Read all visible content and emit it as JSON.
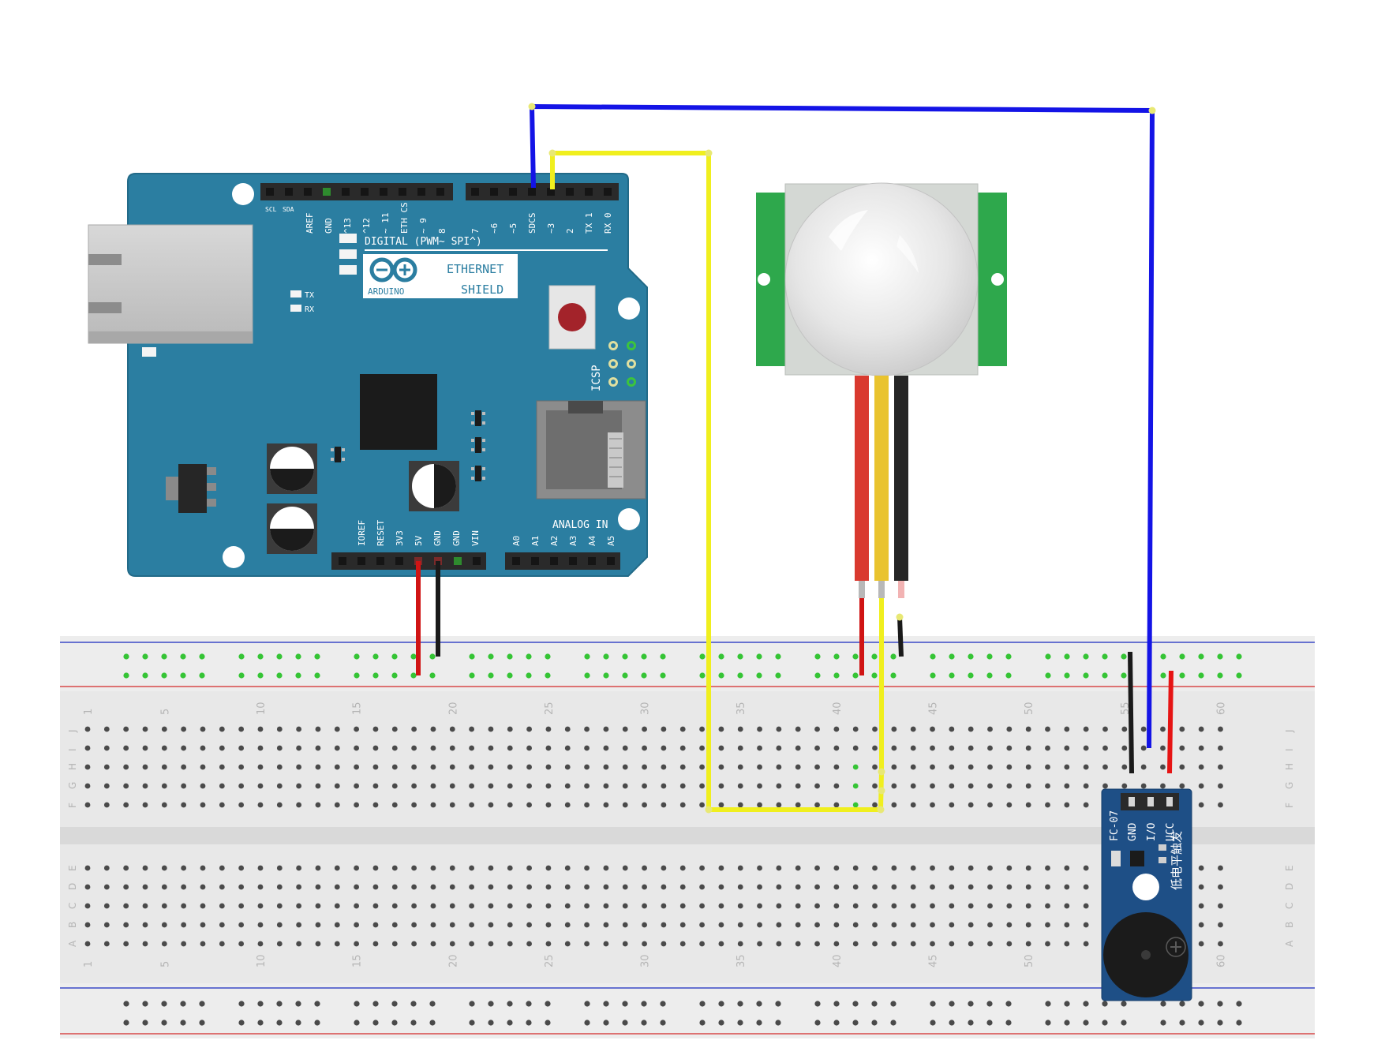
{
  "colors": {
    "board": "#2b7ea1",
    "breadboard": "#e8e8e8",
    "breadboard_channel": "#d9d9d9",
    "hole": "#4a4a4a",
    "hole_active": "#35c435",
    "rail_red": "#d84a4a",
    "rail_blue": "#3b49c7",
    "wire_blue": "#1414e6",
    "wire_yellow": "#f0ef1e",
    "wire_red": "#d01414",
    "wire_black": "#1a1a1a",
    "pir_green": "#2ea84c",
    "buzzer_board": "#1e4f86"
  },
  "shield": {
    "digital_header_labels": [
      "SCL",
      "SDA",
      "AREF",
      "GND",
      "^13",
      "^12",
      "~ 11",
      "ETH CS",
      "~ 9",
      "8",
      "7",
      "~6",
      "~5",
      "SDCS",
      "~3",
      "2",
      "TX 1",
      "RX 0"
    ],
    "digital_label": "DIGITAL (PWM~ SPI^)",
    "logo_text": "ARDUINO",
    "title_line1": "ETHERNET",
    "title_line2": "SHIELD",
    "led_tx": "TX",
    "led_rx": "RX",
    "icsp_label": "ICSP",
    "analog_label": "ANALOG IN",
    "power_labels": [
      "IOREF",
      "RESET",
      "3V3",
      "5V",
      "GND",
      "GND",
      "VIN"
    ],
    "analog_labels": [
      "A0",
      "A1",
      "A2",
      "A3",
      "A4",
      "A5"
    ]
  },
  "breadboard": {
    "column_numbers": [
      "1",
      "5",
      "10",
      "15",
      "20",
      "25",
      "30",
      "35",
      "40",
      "45",
      "50",
      "55",
      "60"
    ],
    "rows_top": [
      "J",
      "I",
      "H",
      "G",
      "F"
    ],
    "rows_bottom": [
      "E",
      "D",
      "C",
      "B",
      "A"
    ]
  },
  "buzzer": {
    "model": "FC-07",
    "pin_labels": [
      "GND",
      "I/O",
      "UCC"
    ],
    "chinese_label": "低电平触发"
  },
  "wires": [
    {
      "name": "blue-wire",
      "color": "wire_blue"
    },
    {
      "name": "yellow-wire",
      "color": "wire_yellow"
    },
    {
      "name": "shield-5v-red-wire",
      "color": "wire_red"
    },
    {
      "name": "shield-gnd-black-wire",
      "color": "wire_black"
    },
    {
      "name": "pir-red-wire",
      "color": "wire_red"
    },
    {
      "name": "pir-yellow-wire",
      "color": "wire_yellow"
    },
    {
      "name": "pir-black-wire",
      "color": "wire_black"
    }
  ]
}
